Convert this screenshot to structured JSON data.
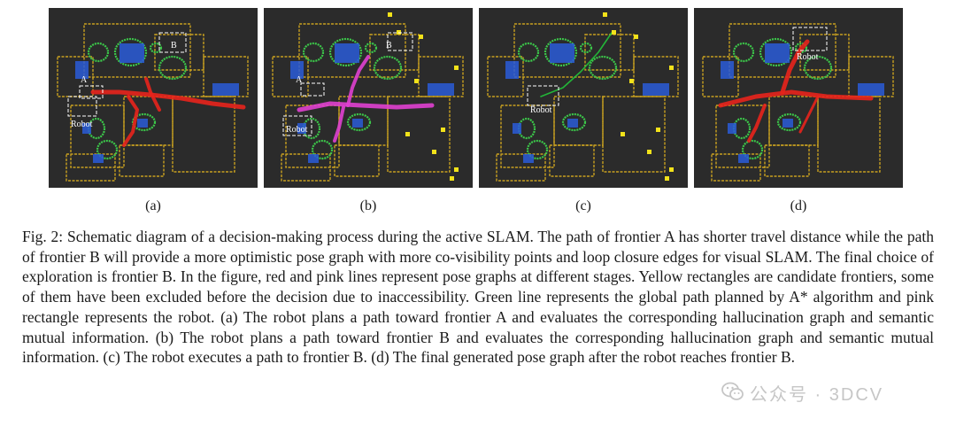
{
  "figure": {
    "panels": [
      {
        "id": "a",
        "label": "(a)",
        "frontier_a_label": "A",
        "frontier_b_label": "B",
        "robot_label": "Robot",
        "graph_color": "#e8231c",
        "show_green_path": false
      },
      {
        "id": "b",
        "label": "(b)",
        "frontier_a_label": "A",
        "frontier_b_label": "B",
        "robot_label": "Robot",
        "graph_color": "#e040d0",
        "show_green_path": false
      },
      {
        "id": "c",
        "label": "(c)",
        "frontier_a_label": "",
        "frontier_b_label": "",
        "robot_label": "Robot",
        "graph_color": "",
        "show_green_path": true
      },
      {
        "id": "d",
        "label": "(d)",
        "frontier_a_label": "",
        "frontier_b_label": "",
        "robot_label": "Robot",
        "graph_color": "#e8231c",
        "show_green_path": false
      }
    ],
    "colors": {
      "background": "#2b2b2b",
      "wall_yellow": "#c8a020",
      "wall_green": "#3cc84a",
      "wall_blue": "#2a5cd8",
      "frontier": "#f2e21a",
      "pose_graph_red": "#e8231c",
      "pose_graph_pink": "#e040d0",
      "global_path": "#22c43a"
    }
  },
  "caption": {
    "text": "Fig. 2: Schematic diagram of a decision-making process during the active SLAM. The path of frontier A has shorter travel distance while the path of frontier B will provide a more optimistic pose graph with more co-visibility points and loop closure edges for visual SLAM. The final choice of exploration is frontier B. In the figure, red and pink lines represent pose graphs at different stages. Yellow rectangles are candidate frontiers, some of them have been excluded before the decision due to inaccessibility. Green line represents the global path planned by A* algorithm and pink rectangle represents the robot. (a) The robot plans a path toward frontier A and evaluates the corresponding hallucination graph and semantic mutual information. (b) The robot plans a path toward frontier B and evaluates the corresponding hallucination graph and semantic mutual information. (c) The robot executes a path to frontier B. (d) The final generated pose graph after the robot reaches frontier B."
  },
  "watermark": {
    "text": "公众号 · 3DCV",
    "icon": "wechat-icon"
  }
}
